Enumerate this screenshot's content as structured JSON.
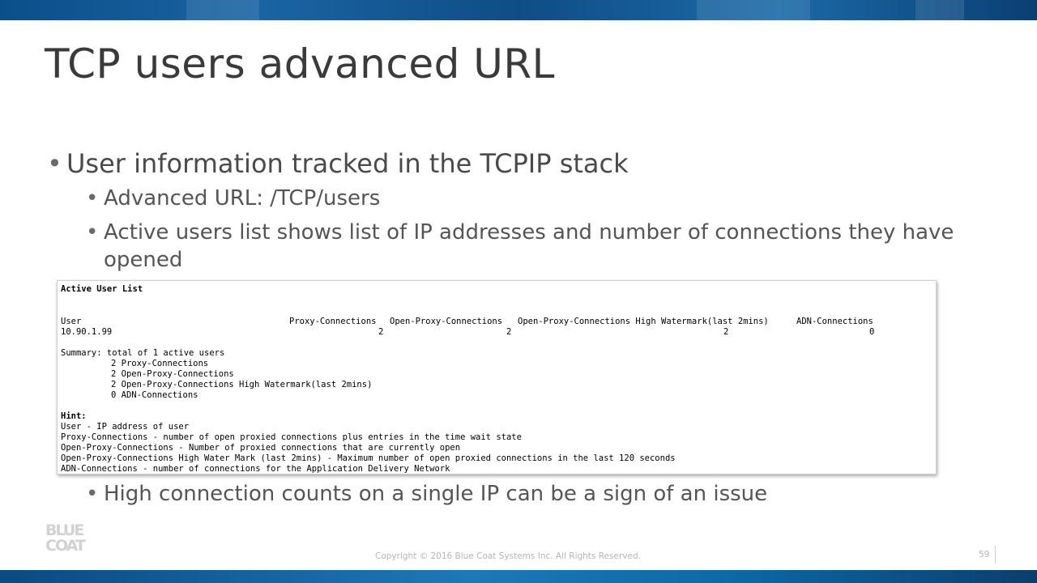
{
  "slide": {
    "title": "TCP users advanced URL",
    "bullets": {
      "main": "User information tracked in the TCPIP stack",
      "sub1": "Advanced URL: /TCP/users",
      "sub2": "Active users list shows list of IP addresses and number of connections they have opened",
      "sub3": "High connection counts on a single IP can be a sign of an issue"
    },
    "footer": "Copyright © 2016 Blue Coat Systems Inc.  All Rights Reserved.",
    "page_number": "59",
    "logo_line1": "BLUE",
    "logo_line2": "COAT"
  },
  "screenshot": {
    "heading": "Active User List",
    "columns": {
      "user": "User",
      "proxy": "Proxy-Connections",
      "open": "Open-Proxy-Connections",
      "high": "Open-Proxy-Connections High Watermark(last 2mins)",
      "adn": "ADN-Connections"
    },
    "row": {
      "user": "10.90.1.99",
      "proxy": "2",
      "open": "2",
      "high": "2",
      "adn": "0"
    },
    "summary": {
      "title": "Summary: total of 1 active users",
      "lines": [
        "2 Proxy-Connections",
        "2 Open-Proxy-Connections",
        "2 Open-Proxy-Connections High Watermark(last 2mins)",
        "0 ADN-Connections"
      ]
    },
    "hint": {
      "title": "Hint:",
      "lines": [
        "User - IP address of user",
        "Proxy-Connections - number of open proxied connections plus entries in the time wait state",
        "Open-Proxy-Connections - Number of proxied connections that are currently open",
        "Open-Proxy-Connections High Water Mark (last 2mins) - Maximum number of open proxied connections in the last 120 seconds",
        "ADN-Connections - number of connections for the Application Delivery Network"
      ]
    }
  }
}
